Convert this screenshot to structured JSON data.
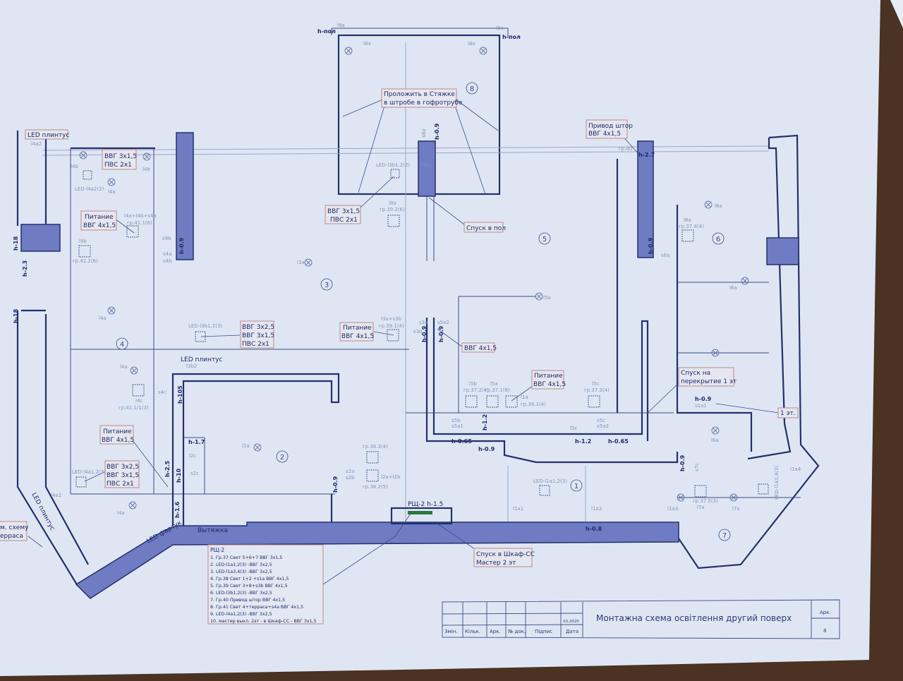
{
  "title_block": {
    "title": "Монтажна схема освітлення другий поверх",
    "date": "10.2020",
    "headers": [
      "Змін.",
      "Кільк.",
      "Арк.",
      "№ док.",
      "Підпис",
      "Дата"
    ],
    "sheet_label": "Арк.",
    "sheet_number": "8"
  },
  "legend": {
    "title": "РЩ-2",
    "items": [
      "1. Гр.37 Свет 5+6+7 ВВГ 3х1,5",
      "2. LED-l1a1,2(3) -ВВГ 3х2,5",
      "3. LED-l1a3,4(3) -ВВГ 3х2,5",
      "4. Гр.38 Свет 1+2 +s1a ВВГ 4х1,5",
      "5. Гр.39 Свет 3+8+s3b ВВГ 4х1,5",
      "6. LED-l3b1,2(3) -ВВГ 3х2,5",
      "7. Гр.40 Привод штор ВВГ 4х1,5",
      "8. Гр.41 Свет 4+терраса+s4a ВВГ 4х1,5",
      "9. LED-l4a1,2(3) -ВВГ 3х2,5",
      "10. мастер выкл. 2эт - в Шкаф-СС - ВВГ 3х1,5"
    ]
  },
  "callouts": {
    "screed": [
      "Проложить в Стяжке",
      "в штробе в гофротрубе"
    ],
    "cable_center": [
      "ВВГ 3х1,5",
      "ПВС 2х1"
    ],
    "floor_drop": [
      "Спуск в пол"
    ],
    "curtain_drive": [
      "Привод штор",
      "ВВГ 4х1,5"
    ],
    "led_plinth_top": [
      "LED плинтус"
    ],
    "cable_left_top": [
      "ВВГ 3х1,5",
      "ПВС 2х1"
    ],
    "power_left_top": [
      "Питание",
      "ВВГ 4х1,5"
    ],
    "cable_mid": [
      "ВВГ 3х2,5",
      "ВВГ 3х1,5",
      "ПВС 2х1"
    ],
    "power_mid": [
      "Питание",
      "ВВГ 4х1,5"
    ],
    "cable_vvg": [
      "ВВГ 4х1,5"
    ],
    "power_right": [
      "Питание",
      "ВВГ 4х1,5"
    ],
    "slab_drop": [
      "Спуск на",
      "перекрытие 1 эт"
    ],
    "first_floor": [
      "1 эт."
    ],
    "power_left_bottom": [
      "Питание",
      "ВВГ 4х1,5"
    ],
    "cable_left_bottom": [
      "ВВГ 3х2,5",
      "ВВГ 3х1,5",
      "ПВС 2х1"
    ],
    "terrace": [
      "м. схему",
      "ерраса"
    ],
    "cabinet_drop": [
      "Спуск в Шкаф-СС",
      "Мастер 2 эт"
    ]
  },
  "labels": {
    "panel": "РЩ-2 h-1.5",
    "led_plinth_mid": "LED плинтус",
    "led_plinth_diag": "LED плинтус",
    "led_apron": "LED фартук",
    "hood": "Вытяжка",
    "heights": [
      "h-пол",
      "h-пол",
      "h-0.9",
      "h-2.7",
      "h-18",
      "h-2.3",
      "h-18",
      "h-0.9",
      "h-105",
      "h-1.7",
      "h-2.5",
      "h-10",
      "h-1.6",
      "h-0.9",
      "h-0.9",
      "h-0.65",
      "h-0.9",
      "h-1.2",
      "h-1.2",
      "h-0.65",
      "h-0.9",
      "h-0.9",
      "h-0.9",
      "h-0.9",
      "h-0.8"
    ],
    "fixtures": [
      "l8a",
      "l8a",
      "l8a",
      "l8a",
      "s8a",
      "l3b1",
      "LED-l3b1,2(2)",
      "l8a",
      "гр.39.2(6)",
      "l3a",
      "l6a",
      "l6a",
      "гр.37.4(4)",
      "s6a",
      "l5a",
      "l6a",
      "гр.40",
      "l4a2",
      "l4b",
      "l4b",
      "LED-l4a2(2)",
      "l4a",
      "l4a+l4b+s4a",
      "гр.41.1(6)",
      "l9b",
      "гр.41.2(6)",
      "s9b",
      "s4a",
      "s4b",
      "l4a",
      "LED-l3b1,2(3)",
      "l3b2",
      "l4a",
      "l4c",
      "гр.41.1/1(3)",
      "s4c",
      "LED-l4a1,2(3)",
      "l4a1",
      "l4a",
      "l2a",
      "l2c",
      "s2c",
      "l3a+s3b",
      "гр.39.1(4)",
      "s3a",
      "s3b",
      "s5a2",
      "l5b",
      "гр.37.2(4)",
      "l5a",
      "гр.37.1(6)",
      "l1a",
      "гр.38.1(4)",
      "l5c",
      "гр.37.3(4)",
      "s5b",
      "s5a1",
      "s5c",
      "s5a3",
      "l5c",
      "гр.38.3(4)",
      "s2a",
      "s2b",
      "l2a+l2b",
      "гр.38.2(5)",
      "LED-l1a1,2(3)",
      "l1a1",
      "l1a2",
      "l1a3",
      "l1a4",
      "LED-l1a3,4(3)",
      "s1a1",
      "l6a",
      "l7a",
      "l7a",
      "гр.37.5(3)",
      "s7c"
    ]
  },
  "rooms": [
    "1",
    "2",
    "3",
    "4",
    "5",
    "6",
    "7",
    "8"
  ],
  "colors": {
    "paper": "#dfe6f3",
    "wall": "#22306e",
    "column_fill": "#6f7cc4",
    "panel": "#2a7a3a",
    "wood": "#4a3322"
  }
}
